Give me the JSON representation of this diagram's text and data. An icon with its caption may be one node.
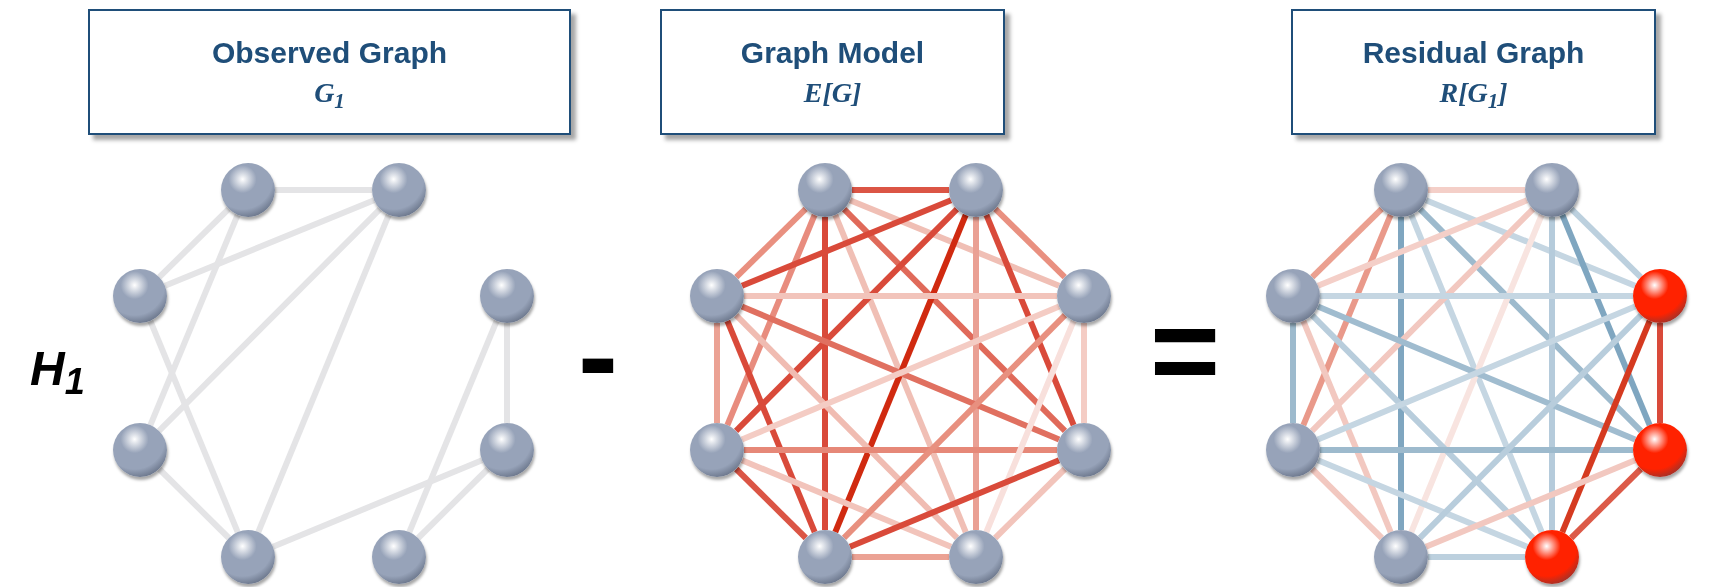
{
  "diagram": {
    "nodes": [
      {
        "text": [
          "Observed Graph",
          "G$_{1}$"
        ]
      },
      {
        "text": [
          "Graph Model",
          "E[G]"
        ]
      },
      {
        "text": [
          "Residual Graph",
          "R[G$_{1}$]"
        ]
      },
      {
        "text": [],
        "shape": "circle"
      },
      {
        "text": [],
        "shape": "circle"
      },
      {
        "text": [],
        "shape": "circle"
      },
      {
        "text": [],
        "shape": "circle"
      },
      {
        "text": [],
        "shape": "circle"
      },
      {
        "text": [],
        "shape": "circle"
      },
      {
        "text": [],
        "shape": "circle"
      },
      {
        "text": [],
        "shape": "circle"
      },
      {
        "text": [],
        "shape": "circle"
      },
      {
        "text": [],
        "shape": "circle"
      },
      {
        "text": [],
        "shape": "circle"
      },
      {
        "text": [],
        "shape": "circle"
      },
      {
        "text": [],
        "shape": "circle"
      },
      {
        "text": [],
        "shape": "circle"
      },
      {
        "text": [],
        "shape": "circle"
      },
      {
        "text": [],
        "shape": "circle"
      },
      {
        "text": [],
        "shape": "circle"
      },
      {
        "text": [],
        "shape": "circle"
      },
      {
        "text": [],
        "shape": "circle"
      },
      {
        "text": [],
        "shape": "circle"
      },
      {
        "text": [],
        "shape": "circle"
      },
      {
        "text": [],
        "shape": "circle"
      },
      {
        "text": [],
        "shape": "circle"
      },
      {
        "text": [],
        "shape": "circle"
      }
    ],
    "edges": [
      {
        "from": 3,
        "to": 4,
        "arrow": "none"
      },
      {
        "from": 3,
        "to": 5,
        "arrow": "none"
      },
      {
        "from": 3,
        "to": 7,
        "arrow": "none"
      },
      {
        "from": 4,
        "to": 5,
        "arrow": "none"
      },
      {
        "from": 4,
        "to": 7,
        "arrow": "none"
      },
      {
        "from": 4,
        "to": 9,
        "arrow": "none"
      },
      {
        "from": 5,
        "to": 9,
        "arrow": "none"
      },
      {
        "from": 7,
        "to": 9,
        "arrow": "none"
      },
      {
        "from": 6,
        "to": 8,
        "arrow": "none"
      },
      {
        "from": 6,
        "to": 10,
        "arrow": "none"
      },
      {
        "from": 8,
        "to": 9,
        "arrow": "none"
      },
      {
        "from": 8,
        "to": 10,
        "arrow": "none"
      },
      {
        "from": 11,
        "to": 12,
        "arrow": "none",
        "color": "#db5545"
      },
      {
        "from": 11,
        "to": 13,
        "arrow": "none",
        "color": "#e99080"
      },
      {
        "from": 11,
        "to": 15,
        "arrow": "none",
        "color": "#e88c7e"
      },
      {
        "from": 11,
        "to": 17,
        "arrow": "none",
        "color": "#d94a3a"
      },
      {
        "from": 11,
        "to": 16,
        "arrow": "none",
        "color": "#e06a5a"
      },
      {
        "from": 11,
        "to": 18,
        "arrow": "none",
        "color": "#f0bfb5"
      },
      {
        "from": 11,
        "to": 14,
        "arrow": "none",
        "color": "#f0bfb5"
      },
      {
        "from": 12,
        "to": 13,
        "arrow": "none",
        "color": "#d94a3a"
      },
      {
        "from": 12,
        "to": 15,
        "arrow": "none",
        "color": "#d94a3a"
      },
      {
        "from": 12,
        "to": 17,
        "arrow": "none",
        "color": "#d02a10"
      },
      {
        "from": 12,
        "to": 14,
        "arrow": "none",
        "color": "#e99080"
      },
      {
        "from": 12,
        "to": 16,
        "arrow": "none",
        "color": "#d94a3a"
      },
      {
        "from": 12,
        "to": 18,
        "arrow": "none",
        "color": "#eaa094"
      },
      {
        "from": 13,
        "to": 14,
        "arrow": "none",
        "color": "#f2c4bb"
      },
      {
        "from": 13,
        "to": 15,
        "arrow": "none",
        "color": "#eba294"
      },
      {
        "from": 13,
        "to": 17,
        "arrow": "none",
        "color": "#d94a3a"
      },
      {
        "from": 13,
        "to": 16,
        "arrow": "none",
        "color": "#e07060"
      },
      {
        "from": 13,
        "to": 18,
        "arrow": "none",
        "color": "#f0bcb2"
      },
      {
        "from": 15,
        "to": 14,
        "arrow": "none",
        "color": "#f4ccc4"
      },
      {
        "from": 15,
        "to": 16,
        "arrow": "none",
        "color": "#e68878"
      },
      {
        "from": 15,
        "to": 17,
        "arrow": "none",
        "color": "#db5545"
      },
      {
        "from": 15,
        "to": 18,
        "arrow": "none",
        "color": "#f2c4bb"
      },
      {
        "from": 14,
        "to": 16,
        "arrow": "none",
        "color": "#f4ccc4"
      },
      {
        "from": 14,
        "to": 17,
        "arrow": "none",
        "color": "#e8907f"
      },
      {
        "from": 14,
        "to": 18,
        "arrow": "none",
        "color": "#f8e0dc"
      },
      {
        "from": 16,
        "to": 17,
        "arrow": "none",
        "color": "#d94a3a"
      },
      {
        "from": 16,
        "to": 18,
        "arrow": "none",
        "color": "#f2c4bb"
      },
      {
        "from": 17,
        "to": 18,
        "arrow": "none",
        "color": "#eba294"
      },
      {
        "from": 19,
        "to": 20,
        "arrow": "none",
        "color": "#f4cfc8"
      },
      {
        "from": 19,
        "to": 21,
        "arrow": "none",
        "color": "#eba090"
      },
      {
        "from": 19,
        "to": 23,
        "arrow": "none",
        "color": "#e9998a"
      },
      {
        "from": 19,
        "to": 25,
        "arrow": "none",
        "color": "#7fa6c0"
      },
      {
        "from": 19,
        "to": 22,
        "arrow": "none",
        "color": "#c5d6e2"
      },
      {
        "from": 19,
        "to": 24,
        "arrow": "none",
        "color": "#9dbacd"
      },
      {
        "from": 19,
        "to": 26,
        "arrow": "none",
        "color": "#c5d6e2"
      },
      {
        "from": 20,
        "to": 21,
        "arrow": "none",
        "color": "#f4cfc8"
      },
      {
        "from": 20,
        "to": 23,
        "arrow": "none",
        "color": "#f2c8c0"
      },
      {
        "from": 20,
        "to": 25,
        "arrow": "none",
        "color": "#f8e4e0"
      },
      {
        "from": 20,
        "to": 22,
        "arrow": "none",
        "color": "#bcd0de"
      },
      {
        "from": 20,
        "to": 24,
        "arrow": "none",
        "color": "#7fa6c0"
      },
      {
        "from": 20,
        "to": 26,
        "arrow": "none",
        "color": "#b5cbdb"
      },
      {
        "from": 21,
        "to": 22,
        "arrow": "none",
        "color": "#c5d6e2"
      },
      {
        "from": 21,
        "to": 23,
        "arrow": "none",
        "color": "#9dbacd"
      },
      {
        "from": 21,
        "to": 25,
        "arrow": "none",
        "color": "#f2c8c0"
      },
      {
        "from": 21,
        "to": 24,
        "arrow": "none",
        "color": "#a0bccf"
      },
      {
        "from": 21,
        "to": 26,
        "arrow": "none",
        "color": "#b8cddc"
      },
      {
        "from": 23,
        "to": 22,
        "arrow": "none",
        "color": "#c5d6e2"
      },
      {
        "from": 23,
        "to": 24,
        "arrow": "none",
        "color": "#9dbacd"
      },
      {
        "from": 23,
        "to": 25,
        "arrow": "none",
        "color": "#f2c8c0"
      },
      {
        "from": 23,
        "to": 26,
        "arrow": "none",
        "color": "#c5d6e2"
      },
      {
        "from": 22,
        "to": 24,
        "arrow": "none",
        "color": "#d94a3a"
      },
      {
        "from": 22,
        "to": 25,
        "arrow": "none",
        "color": "#b8cddc"
      },
      {
        "from": 22,
        "to": 26,
        "arrow": "none",
        "color": "#d53a20"
      },
      {
        "from": 24,
        "to": 25,
        "arrow": "none",
        "color": "#f2c8c0"
      },
      {
        "from": 24,
        "to": 26,
        "arrow": "none",
        "color": "#dc5a48"
      },
      {
        "from": 25,
        "to": 26,
        "arrow": "none",
        "color": "#bcd0de"
      }
    ],
    "labels": [
      "H$_{1}$",
      "-",
      "="
    ]
  }
}
